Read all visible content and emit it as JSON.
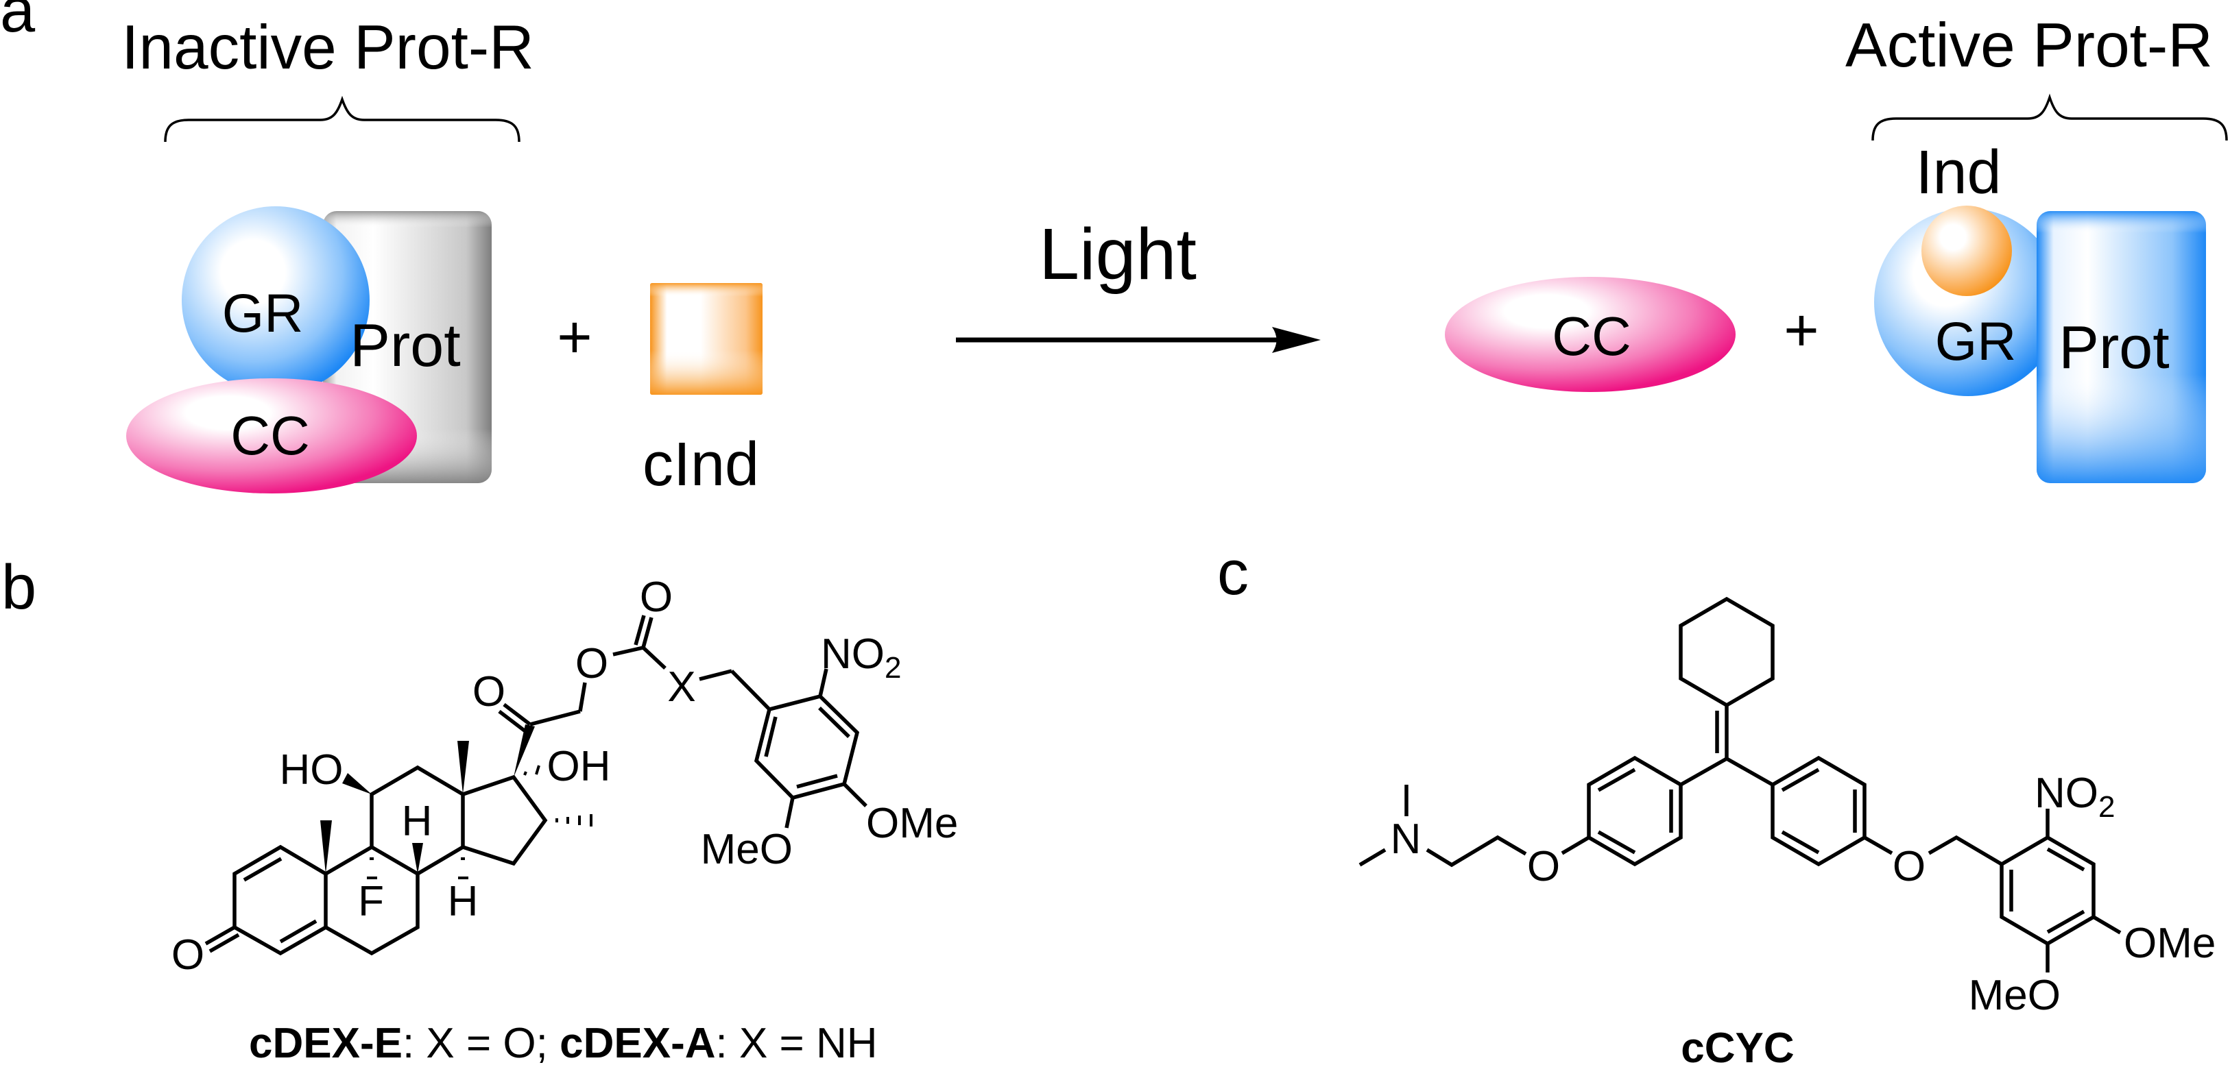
{
  "figure": {
    "panels": {
      "a": {
        "letter": "a",
        "inactive_label": "Inactive Prot-R",
        "active_label": "Active Prot-R",
        "inactive_complex": {
          "gr": "GR",
          "prot": "Prot",
          "cc": "CC"
        },
        "plus_1": "+",
        "caged_inducer": "cInd",
        "arrow_label": "Light",
        "released_cc": "CC",
        "plus_2": "+",
        "active_complex": {
          "ind": "Ind",
          "gr": "GR",
          "prot": "Prot"
        }
      },
      "b": {
        "letter": "b",
        "atoms": {
          "ketone_o": "O",
          "ho": "HO",
          "h8": "H",
          "f9": "F",
          "h14": "H",
          "oh17": "OH",
          "c20_o": "O",
          "ester_o": "O",
          "carbonyl_o": "O",
          "x": "X",
          "no2_main": "NO",
          "no2_sub": "2",
          "ome": "OMe",
          "meo": "MeO"
        },
        "caption": {
          "name1": "cDEX-E",
          "def1": ": X = O; ",
          "name2": "cDEX-A",
          "def2": ": X = NH"
        }
      },
      "c": {
        "letter": "c",
        "atoms": {
          "n": "N",
          "o_left": "O",
          "o_right": "O",
          "no2_main": "NO",
          "no2_sub": "2",
          "ome": "OMe",
          "meo": "MeO"
        },
        "caption": "cCYC"
      }
    },
    "colors": {
      "gr_blue": "#1E88F5",
      "prot_gray": "#8A8A8A",
      "prot_active_blue": "#1E88F5",
      "cc_magenta": "#EE1483",
      "inducer_orange": "#F7941D",
      "ink": "#000000"
    }
  }
}
